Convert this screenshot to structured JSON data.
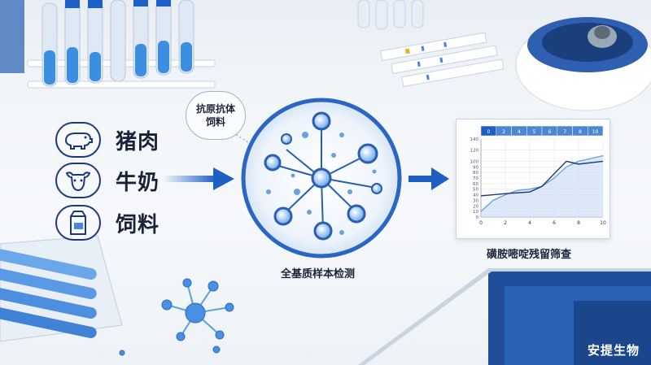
{
  "samples": [
    {
      "label": "猪肉",
      "icon": "pig-icon"
    },
    {
      "label": "牛奶",
      "icon": "cow-icon"
    },
    {
      "label": "饲料",
      "icon": "feed-bag-icon"
    }
  ],
  "bubble": {
    "line1": "抗原抗体",
    "line2": "饲料"
  },
  "center_caption": "全基质样本检测",
  "chart_caption": "磺胺嘧啶残留筛查",
  "brand": "安提生物",
  "colors": {
    "accent": "#1f5fc4",
    "dark_navy": "#1c3a78",
    "light_blue": "#5aa0e6"
  },
  "chart_data": {
    "type": "line",
    "header_cells": [
      "0",
      "2",
      "4",
      "5",
      "6",
      "7",
      "8",
      "10"
    ],
    "x_ticks": [
      0,
      2,
      4,
      6,
      8,
      10
    ],
    "y_ticks": [
      0,
      10,
      20,
      30,
      40,
      50,
      60,
      70,
      80,
      90,
      100,
      120,
      140
    ],
    "ylim": [
      0,
      140
    ],
    "xlim": [
      0,
      10
    ],
    "series": [
      {
        "values": [
          [
            0,
            38
          ],
          [
            2,
            42
          ],
          [
            4,
            45
          ],
          [
            5,
            55
          ],
          [
            7,
            100
          ],
          [
            8,
            95
          ],
          [
            10,
            100
          ]
        ]
      },
      {
        "values": [
          [
            0,
            10
          ],
          [
            1,
            30
          ],
          [
            2,
            40
          ],
          [
            3,
            48
          ],
          [
            4,
            50
          ],
          [
            5,
            55
          ],
          [
            6,
            70
          ],
          [
            7,
            90
          ],
          [
            8,
            100
          ],
          [
            9,
            105
          ],
          [
            10,
            110
          ]
        ]
      }
    ]
  }
}
